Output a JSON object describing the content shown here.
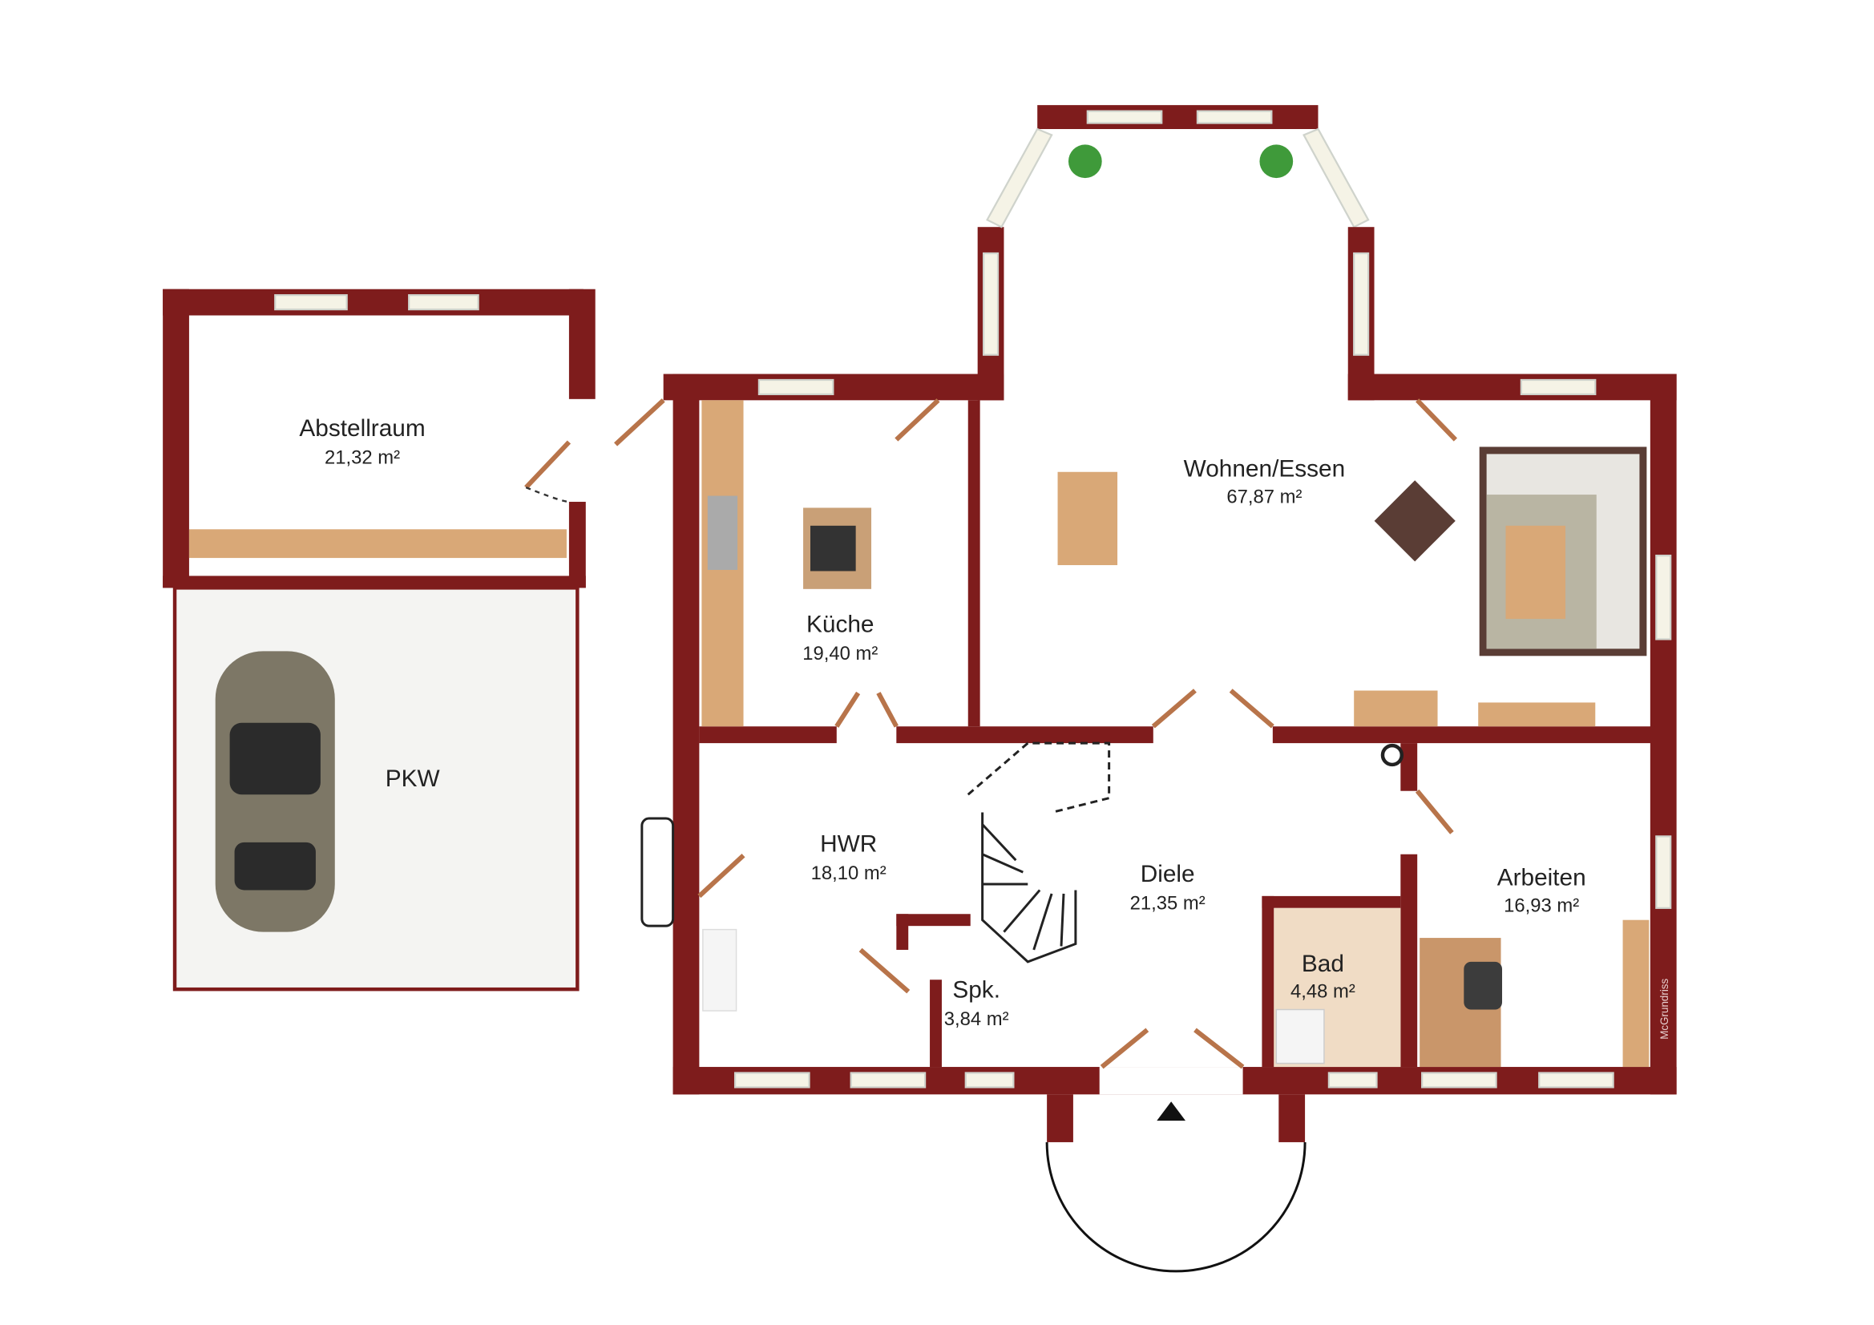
{
  "rooms": [
    {
      "name": "Abstellraum",
      "area": "21,32 m²"
    },
    {
      "name": "Küche",
      "area": "19,40 m²"
    },
    {
      "name": "Wohnen/Essen",
      "area": "67,87 m²"
    },
    {
      "name": "PKW",
      "area": ""
    },
    {
      "name": "HWR",
      "area": "18,10 m²"
    },
    {
      "name": "Diele",
      "area": "21,35 m²"
    },
    {
      "name": "Spk.",
      "area": "3,84 m²"
    },
    {
      "name": "Bad",
      "area": "4,48 m²"
    },
    {
      "name": "Arbeiten",
      "area": "16,93 m²"
    }
  ],
  "watermark": "McGrundriss",
  "colors": {
    "wall": "#7e1c1c",
    "window": "#f5f3e6",
    "wood": "#d9a877"
  },
  "icons": [
    "car-icon",
    "plant-icon",
    "stove-icon",
    "sink-icon",
    "sofa-icon",
    "desk-icon",
    "entrance-arrow-icon"
  ]
}
